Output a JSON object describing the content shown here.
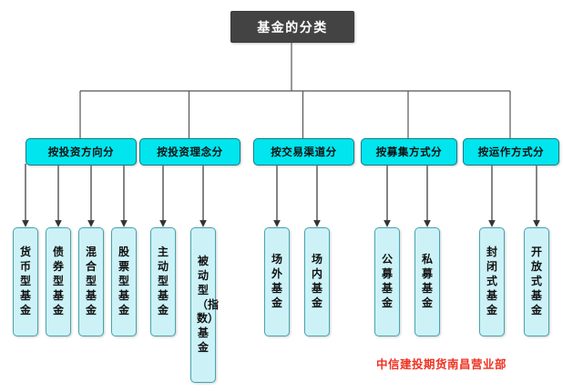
{
  "diagram": {
    "root": {
      "label": "基金的分类",
      "bg_color": "#434343",
      "text_color": "#ffffff"
    },
    "category_color": "#00e5ee",
    "leaf_color": "#ccf2f7",
    "categories": [
      {
        "label": "按投资方向分",
        "children": [
          {
            "label": "货币型基金"
          },
          {
            "label": "债券型基金"
          },
          {
            "label": "混合型基金"
          },
          {
            "label": "股票型基金"
          }
        ]
      },
      {
        "label": "按投资理念分",
        "children": [
          {
            "label": "主动型基金"
          },
          {
            "label": "被动型（指数）基金"
          }
        ]
      },
      {
        "label": "按交易渠道分",
        "children": [
          {
            "label": "场外基金"
          },
          {
            "label": "场内基金"
          }
        ]
      },
      {
        "label": "按募集方式分",
        "children": [
          {
            "label": "公募基金"
          },
          {
            "label": "私募基金"
          }
        ]
      },
      {
        "label": "按运作方式分",
        "children": [
          {
            "label": "封闭式基金"
          },
          {
            "label": "开放式基金"
          }
        ]
      }
    ]
  },
  "footer": {
    "label": "中信建投期货南昌营业部",
    "color": "#ee3322"
  }
}
